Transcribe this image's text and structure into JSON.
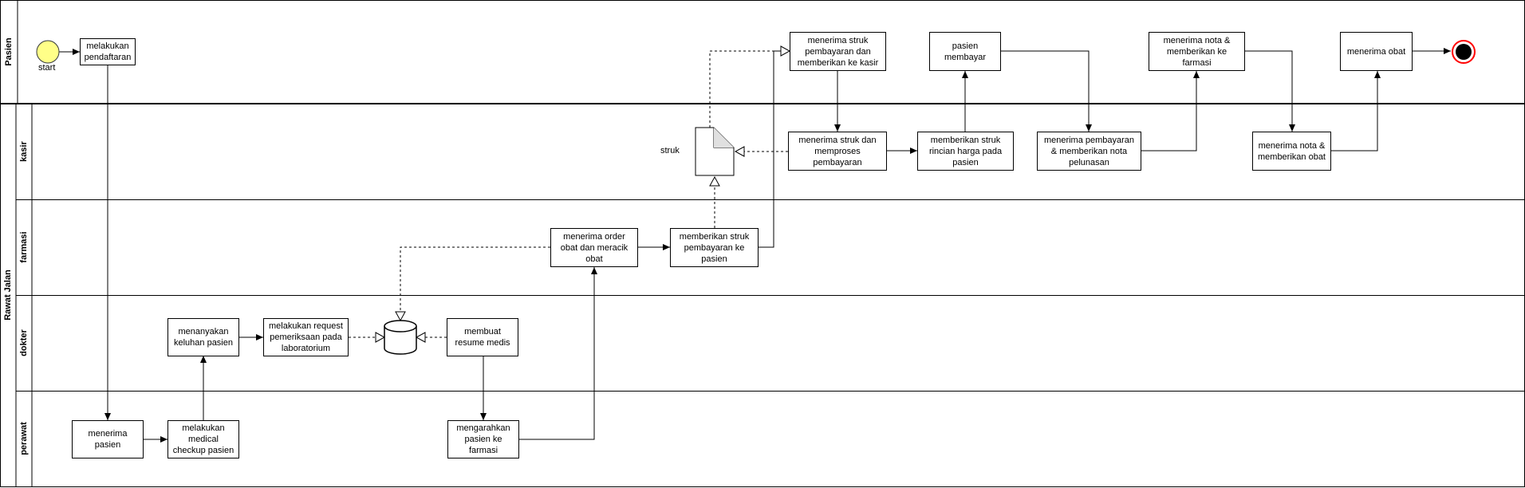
{
  "pools": {
    "pasien": "Pasien",
    "rawat_jalan": "Rawat Jalan"
  },
  "lanes": {
    "kasir": "kasir",
    "farmasi": "farmasi",
    "dokter": "dokter",
    "perawat": "perawat"
  },
  "events": {
    "start": "start"
  },
  "data_objects": {
    "struk": "struk"
  },
  "tasks": {
    "melakukan_pendaftaran": "melakukan\npendaftaran",
    "menerima_struk_kasir": "menerima struk\npembayaran dan\nmemberikan ke kasir",
    "pasien_membayar": "pasien\nmembayar",
    "menerima_nota_farmasi": "menerima nota &\nmemberikan ke\nfarmasi",
    "menerima_obat": "menerima obat",
    "memproses_pembayaran": "menerima struk dan\nmemproses\npembayaran",
    "memberikan_struk_rincian": "memberikan struk\nrincian harga pada\npasien",
    "menerima_pembayaran": "menerima pembayaran\n& memberikan nota\npelunasan",
    "menerima_nota_obat": "menerima nota &\nmemberikan obat",
    "menerima_order_obat": "menerima order\nobat dan meracik\nobat",
    "memberikan_struk_pasien": "memberikan struk\npembayaran ke\npasien",
    "menanyakan_keluhan": "menanyakan\nkeluhan pasien",
    "request_lab": "melakukan request\npemeriksaan pada\nlaboratorium",
    "resume_medis": "membuat\nresume medis",
    "menerima_pasien": "menerima\npasien",
    "medical_checkup": "melakukan\nmedical\ncheckup pasien",
    "mengarahkan_farmasi": "mengarahkan\npasien ke\nfarmasi"
  },
  "colors": {
    "start_fill": "#ffff88",
    "start_stroke": "#36393d",
    "end_ring": "#ff0000",
    "end_fill": "#000000",
    "data_object_fold": "#e0e0e0"
  }
}
